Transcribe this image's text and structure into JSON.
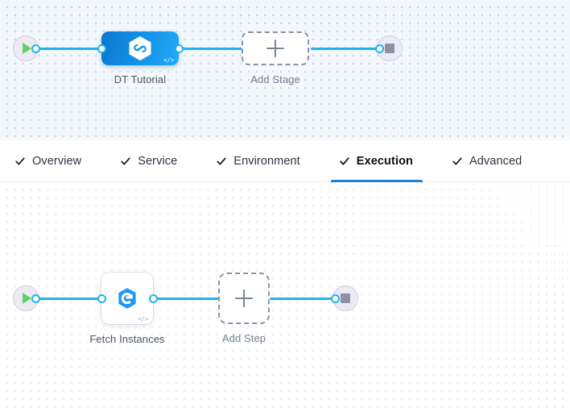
{
  "theme": {
    "accent_blue": "#1e7fd4",
    "edge_blue": "#23b2ec",
    "node_blue_start": "#0b77cf",
    "node_blue_end": "#23a8f7",
    "play_green": "#5fd35f",
    "stop_gray": "#8f8fa8",
    "terminal_fill": "#eceaf5",
    "dashed_border": "#8a93a6",
    "caption_color": "#4a5564",
    "stages_canvas_bg": "#f2f8fc",
    "steps_canvas_bg": "#ffffff"
  },
  "tabs": {
    "check_icon": "check-icon",
    "items": [
      {
        "id": "overview",
        "label": "Overview",
        "active": false,
        "completed": true
      },
      {
        "id": "service",
        "label": "Service",
        "active": false,
        "completed": true
      },
      {
        "id": "environment",
        "label": "Environment",
        "active": false,
        "completed": true
      },
      {
        "id": "execution",
        "label": "Execution",
        "active": true,
        "completed": true
      },
      {
        "id": "advanced",
        "label": "Advanced",
        "active": false,
        "completed": true
      }
    ]
  },
  "stage_canvas": {
    "name": "pipeline-stage-graph",
    "start_node": {
      "icon": "play-icon",
      "title": "Start"
    },
    "stage_node": {
      "label": "DT Tutorial",
      "icon": "harness-hexagon-icon",
      "badge": "</>"
    },
    "add_stage": {
      "label": "Add Stage",
      "icon": "plus-icon"
    },
    "end_node": {
      "icon": "stop-icon",
      "title": "Stop"
    }
  },
  "step_canvas": {
    "name": "pipeline-step-graph",
    "start_node": {
      "icon": "play-icon",
      "title": "Start"
    },
    "step_node": {
      "label": "Fetch Instances",
      "icon": "shell-script-e-icon",
      "badge": "</>"
    },
    "add_step": {
      "label": "Add Step",
      "icon": "plus-icon"
    },
    "end_node": {
      "icon": "stop-icon",
      "title": "Stop"
    }
  }
}
